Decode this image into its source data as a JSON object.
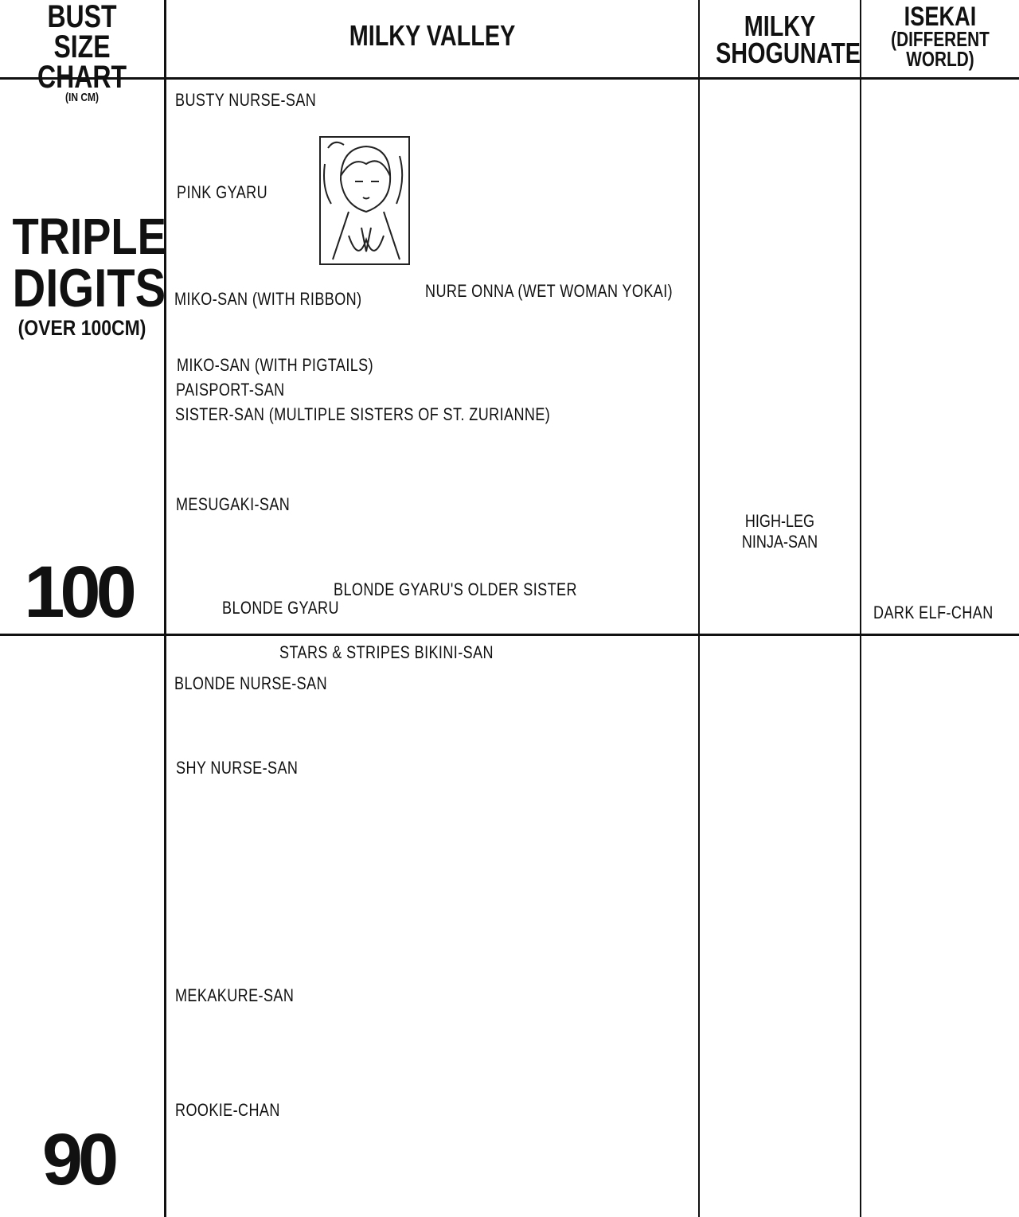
{
  "header": {
    "title_line1": "BUST SIZE",
    "title_line2": "CHART",
    "unit": "(IN CM)",
    "columns": [
      {
        "line1": "MILKY VALLEY"
      },
      {
        "line1": "MILKY",
        "line2": "SHOGUNATE"
      },
      {
        "line1": "ISEKAI",
        "line2": "(DIFFERENT",
        "line3": "WORLD)"
      }
    ]
  },
  "rows": {
    "triple_line1": "TRIPLE",
    "triple_line2": "DIGITS",
    "triple_note": "(OVER 100CM)",
    "mark_100": "100",
    "mark_90": "90"
  },
  "milky_valley": [
    "BUSTY NURSE-SAN",
    "PINK GYARU",
    "MIKO-SAN (WITH RIBBON)",
    "NURE ONNA (WET WOMAN YOKAI)",
    "MIKO-SAN (WITH PIGTAILS)",
    "PAISPORT-SAN",
    "SISTER-SAN (MULTIPLE SISTERS OF ST. ZURIANNE)",
    "MESUGAKI-SAN",
    "BLONDE GYARU'S OLDER SISTER",
    "BLONDE GYARU",
    "STARS & STRIPES BIKINI-SAN",
    "BLONDE NURSE-SAN",
    "SHY NURSE-SAN",
    "MEKAKURE-SAN",
    "ROOKIE-CHAN"
  ],
  "milky_shogunate": {
    "line1": "HIGH-LEG",
    "line2": "NINJA-SAN"
  },
  "isekai": [
    "DARK ELF-CHAN"
  ]
}
